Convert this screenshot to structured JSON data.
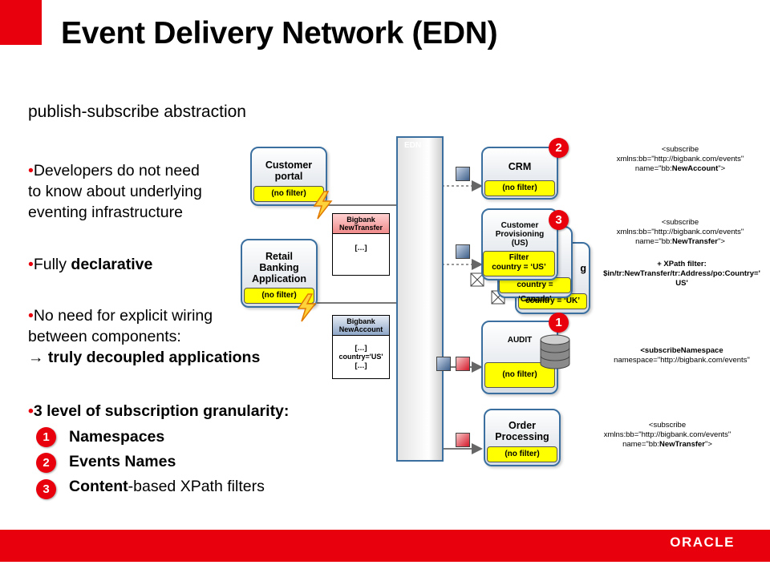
{
  "title": "Event Delivery Network (EDN)",
  "subtitle": "publish-subscribe abstraction",
  "bullets": {
    "b1_line1": "Developers do not need",
    "b1_line2": "to know about underlying",
    "b1_line3": "eventing infrastructure",
    "b2_prefix": "Fully ",
    "b2_bold": "declarative",
    "b3_line1": "No need for explicit wiring",
    "b3_line2": "between components:",
    "b3_line3": "→ truly decoupled applications",
    "b4": "3 level of subscription granularity:"
  },
  "levels": [
    {
      "num": "1",
      "label": "Namespaces"
    },
    {
      "num": "2",
      "label": "Events Names"
    },
    {
      "num": "3",
      "label_bold": "Content",
      "label_rest": "-based XPath filters"
    }
  ],
  "edn_label": "EDN",
  "publishers": [
    {
      "name": "Customer portal",
      "filter": "(no filter)"
    },
    {
      "name": "Retail Banking Application",
      "filter": "(no filter)"
    }
  ],
  "events": [
    {
      "header_1": "Bigbank",
      "header_2": "NewTransfer",
      "body": "[…]"
    },
    {
      "header_1": "Bigbank",
      "header_2": "NewAccount",
      "body_1": "[…]",
      "body_2": "country='US'",
      "body_3": "[…]"
    }
  ],
  "subscribers": {
    "crm": {
      "name": "CRM",
      "filter": "(no filter)",
      "badge": "2"
    },
    "provisioning": {
      "name_1": "Customer",
      "name_2": "Provisioning",
      "name_3": "(US)",
      "filter_1": "Filter",
      "filter_2": "country = ‘US’",
      "filter_ca": "country = ‘Canada’",
      "filter_uk": "country = ‘UK’",
      "badge": "3",
      "stub": "g"
    },
    "audit": {
      "name": "AUDIT",
      "filter": "(no filter)",
      "badge": "1"
    },
    "order": {
      "name_1": "Order",
      "name_2": "Processing",
      "filter": "(no filter)"
    }
  },
  "code": {
    "crm_1": "<subscribe",
    "crm_2": "xmlns:bb=\"http://bigbank.com/events\"",
    "crm_3a": "name=\"bb:",
    "crm_3b": "NewAccount",
    "crm_3c": "\">",
    "prov_1": "<subscribe",
    "prov_2": "xmlns:bb=\"http://bigbank.com/events\"",
    "prov_3a": "name=\"bb:",
    "prov_3b": "NewTransfer",
    "prov_3c": "\">",
    "xpath_1": "+ XPath filter:",
    "xpath_2": "$in/tr:NewTransfer/tr:Address/po:Country='",
    "xpath_3": "US'",
    "audit_1": "<subscribeNamespace",
    "audit_2": "namespace=\"http://bigbank.com/events\"",
    "order_1": "<subscribe",
    "order_2": "xmlns:bb=\"http://bigbank.com/events\"",
    "order_3a": "name=\"bb:",
    "order_3b": "NewTransfer",
    "order_3c": "\">"
  },
  "footer_brand": "ORACLE",
  "colors": {
    "accent": "#e8000d",
    "filter": "#ffff00",
    "border": "#3a6f9f"
  }
}
